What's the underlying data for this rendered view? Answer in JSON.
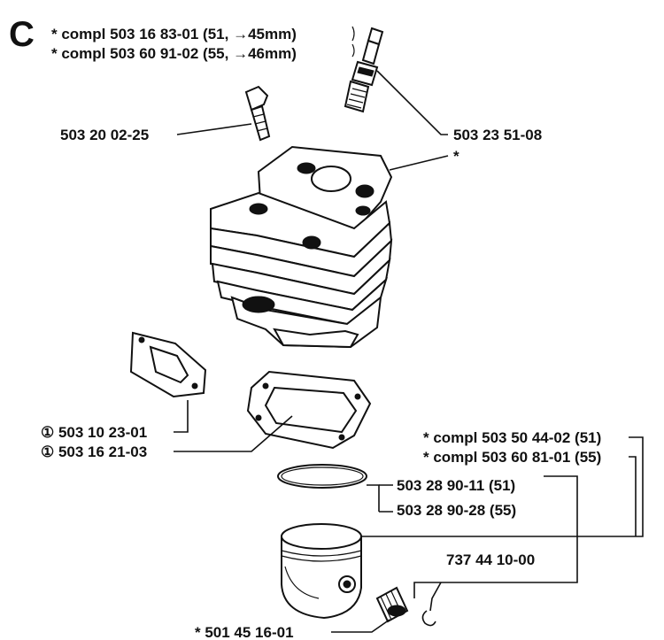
{
  "diagram": {
    "section_letter": "C",
    "kit_lines": [
      "* compl 503 16 83-01 (51, →45mm)",
      "* compl 503 60 91-02 (55, →46mm)"
    ],
    "labels": {
      "bolt": "503 20 02-25",
      "spark_plug": "503 23 51-08",
      "cylinder": "*",
      "exhaust_gasket": "① 503 10 23-01",
      "base_gasket": "① 503 16 21-03",
      "piston_kit_51": "* compl 503 50 44-02 (51)",
      "piston_kit_55": "* compl 503 60 81-01 (55)",
      "ring_51": "503 28 90-11 (51)",
      "ring_55": "503 28 90-28 (55)",
      "circlip": "737 44 10-00",
      "needle_bearing": "* 501 45 16-01"
    }
  }
}
